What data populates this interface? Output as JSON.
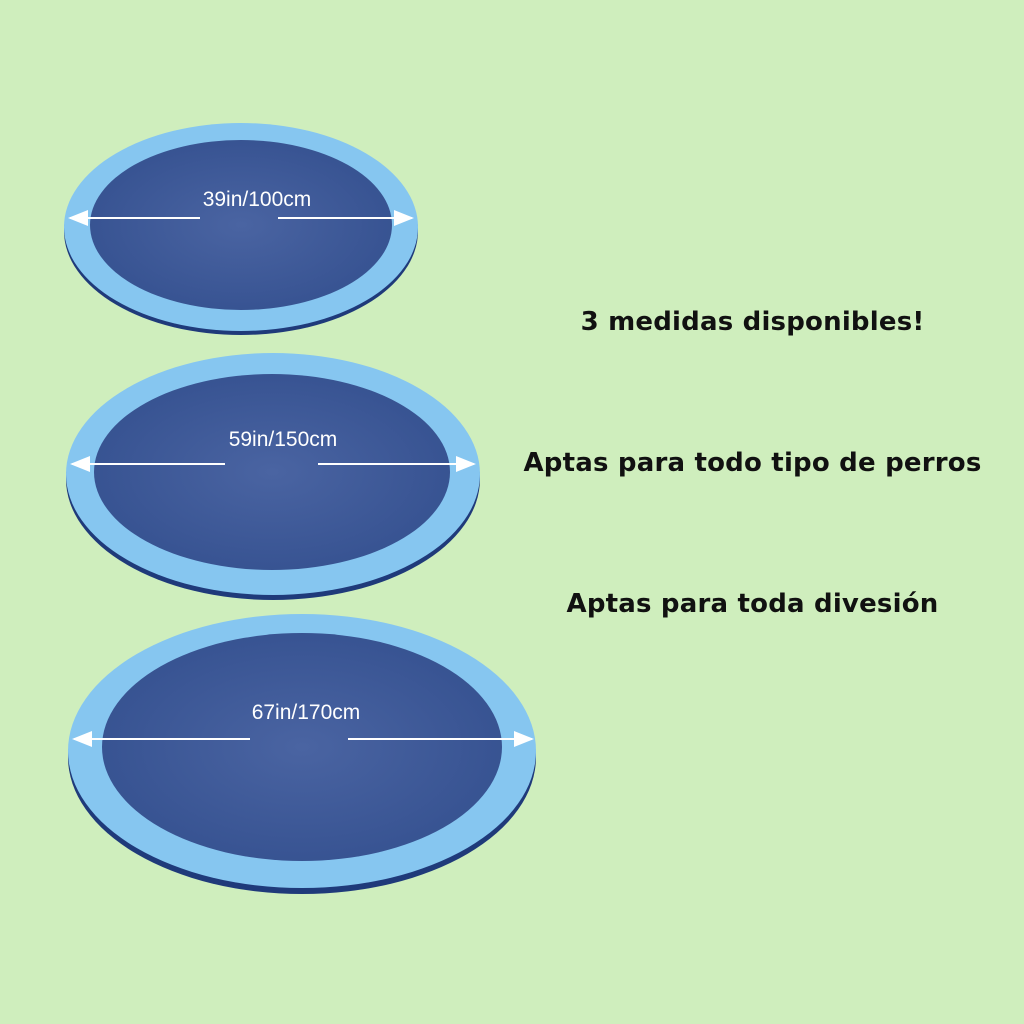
{
  "pools": [
    {
      "size_label": "39in/100cm"
    },
    {
      "size_label": "59in/150cm"
    },
    {
      "size_label": "67in/170cm"
    }
  ],
  "features": [
    "3 medidas disponibles!",
    "Aptas para todo tipo de perros",
    "Aptas para toda divesión"
  ],
  "colors": {
    "background": "#cfeebd",
    "ring": "#7fc1ee",
    "floor": "#3f5a9a",
    "text": "#111111"
  }
}
